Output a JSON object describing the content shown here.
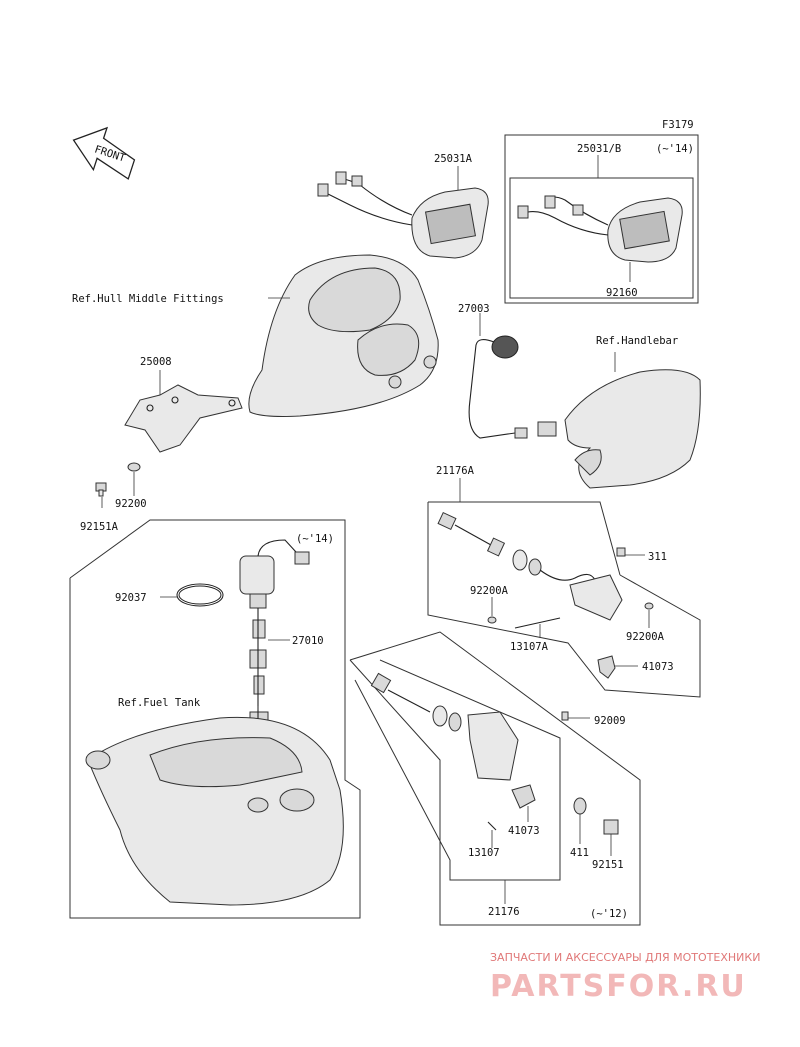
{
  "figure_code": "F3179",
  "front_label": "FRONT",
  "labels": {
    "p25031A": "25031A",
    "p25031B": "25031/B",
    "yr_b": "(~'14)",
    "p92160": "92160",
    "ref_hull": "Ref.Hull Middle Fittings",
    "p27003": "27003",
    "ref_handlebar": "Ref.Handlebar",
    "p25008": "25008",
    "p92200": "92200",
    "p92151A": "92151A",
    "p21176A": "21176A",
    "yr_pump": "(~'14)",
    "p92037": "92037",
    "p27010": "27010",
    "p311": "311",
    "p92200A_1": "92200A",
    "p92200A_2": "92200A",
    "p13107A": "13107A",
    "p41073_1": "41073",
    "ref_fuel": "Ref.Fuel Tank",
    "p92009": "92009",
    "p41073_2": "41073",
    "p411": "411",
    "p13107": "13107",
    "p92151": "92151",
    "p21176": "21176",
    "yr_12": "(~'12)"
  },
  "watermark": {
    "caption": "ЗАПЧАСТИ И АКСЕССУАРЫ ДЛЯ МОТОТЕХНИКИ",
    "brand": "PARTSFOR.RU"
  }
}
